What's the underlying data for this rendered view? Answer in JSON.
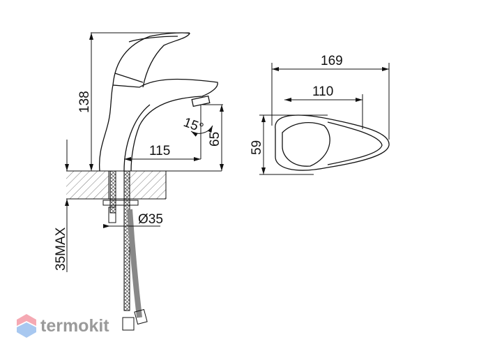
{
  "diagram": {
    "side_view": {
      "height_label": "138",
      "reach_label": "115",
      "spout_height_label": "65",
      "angle_label": "15°",
      "counter_thickness_label": "35MAX",
      "hole_diameter_label": "Ø35"
    },
    "top_view": {
      "length_label": "169",
      "handle_length_label": "110",
      "width_label": "59"
    }
  },
  "watermark": {
    "text": "termokit",
    "colors": {
      "top": "#f5a9b3",
      "bottom": "#a8c8f0"
    }
  }
}
